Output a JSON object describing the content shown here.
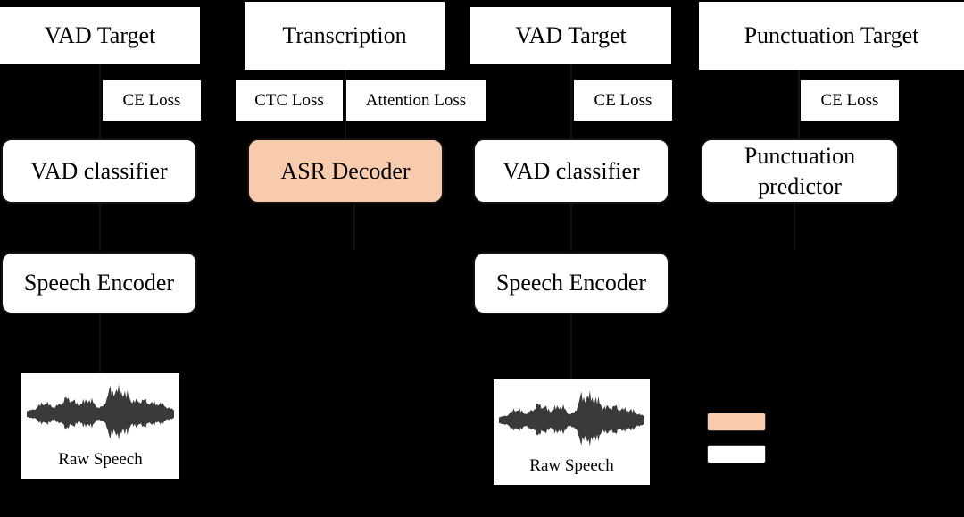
{
  "colors": {
    "background": "#000000",
    "trainable_fill": "#f8cbad",
    "frozen_fill": "#ffffff",
    "waveform": "#3a3a3a"
  },
  "panel1": {
    "target": "VAD Target",
    "loss": "CE Loss",
    "head": "VAD classifier",
    "encoder": "Speech Encoder",
    "input": "Raw Speech"
  },
  "panel2": {
    "target": "Transcription",
    "loss_ctc": "CTC Loss",
    "loss_attention": "Attention Loss",
    "decoder": "ASR Decoder"
  },
  "panel3": {
    "target": "VAD Target",
    "loss": "CE Loss",
    "head": "VAD classifier",
    "encoder": "Speech Encoder",
    "input": "Raw Speech"
  },
  "panel4": {
    "target": "Punctuation Target",
    "loss": "CE Loss",
    "head": "Punctuation\npredictor"
  },
  "legend": [
    {
      "icon": "trainable-swatch"
    },
    {
      "icon": "frozen-swatch"
    }
  ]
}
